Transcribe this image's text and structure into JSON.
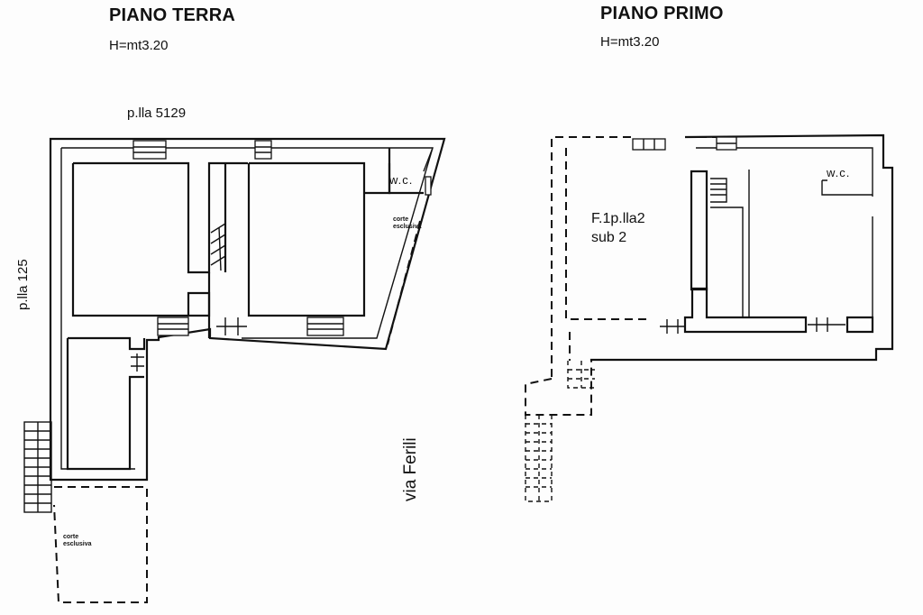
{
  "ground_floor": {
    "title": "PIANO TERRA",
    "height": "H=mt3.20",
    "label_north": "p.lla 5129",
    "label_west": "p.lla 125",
    "wc": "w.c.",
    "yard_east": {
      "line1": "corte",
      "line2": "esclusiva"
    },
    "yard_south": {
      "line1": "corte",
      "line2": "esclusiva"
    }
  },
  "first_floor": {
    "title": "PIANO PRIMO",
    "height": "H=mt3.20",
    "parcel_line1": "F.1p.lla2",
    "parcel_line2": "sub 2",
    "wc": "w.c."
  },
  "street": "via Ferili"
}
